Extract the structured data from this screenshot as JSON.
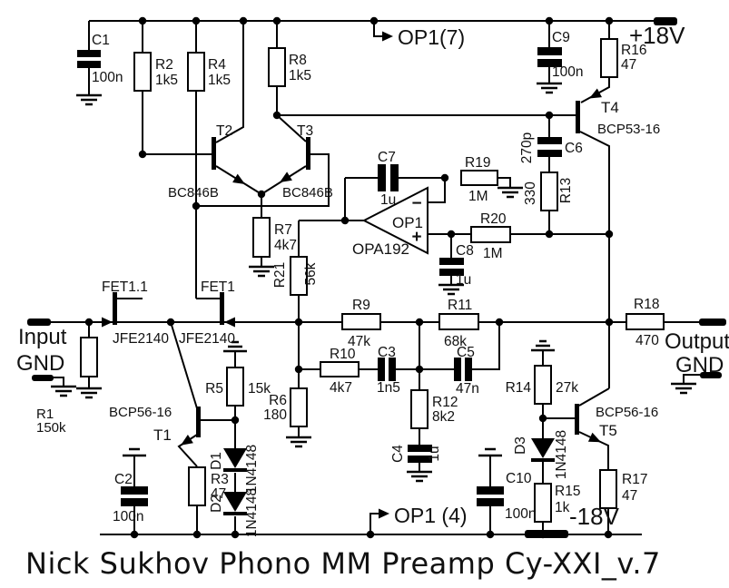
{
  "title": "Nick Sukhov Phono MM Preamp Cy-XXI_v.7",
  "power": {
    "vplus": "+18V",
    "vminus": "-18V"
  },
  "opamp_refs": {
    "pin7": "OP1(7)",
    "pin4": "OP1 (4)"
  },
  "ports": {
    "input": "Input",
    "input_gnd": "GND",
    "output": "Output",
    "output_gnd": "GND"
  },
  "opamp": {
    "ref": "OP1",
    "part": "OPA192",
    "minus": "−",
    "plus": "+"
  },
  "components": {
    "c1": {
      "ref": "C1",
      "value": "100n"
    },
    "c2": {
      "ref": "C2",
      "value": "100n"
    },
    "c3": {
      "ref": "C3",
      "value": "1n5"
    },
    "c4": {
      "ref": "C4",
      "value": "1u"
    },
    "c5": {
      "ref": "C5",
      "value": "47n"
    },
    "c6": {
      "ref": "C6",
      "value": "270p"
    },
    "c7": {
      "ref": "C7",
      "value": "1u"
    },
    "c8": {
      "ref": "C8",
      "value": "1u"
    },
    "c9": {
      "ref": "C9",
      "value": "100n"
    },
    "c10": {
      "ref": "C10",
      "value": "100n"
    },
    "r1": {
      "ref": "R1",
      "value": "150k"
    },
    "r2": {
      "ref": "R2",
      "value": "1k5"
    },
    "r3": {
      "ref": "R3",
      "value": "47"
    },
    "r4": {
      "ref": "R4",
      "value": "1k5"
    },
    "r5": {
      "ref": "R5",
      "value": "15k"
    },
    "r6": {
      "ref": "R6",
      "value": "180"
    },
    "r7": {
      "ref": "R7",
      "value": "4k7"
    },
    "r8": {
      "ref": "R8",
      "value": "1k5"
    },
    "r9": {
      "ref": "R9",
      "value": "47k"
    },
    "r10": {
      "ref": "R10",
      "value": "4k7"
    },
    "r11": {
      "ref": "R11",
      "value": "68k"
    },
    "r12": {
      "ref": "R12",
      "value": "8k2"
    },
    "r13": {
      "ref": "R13",
      "value": "330"
    },
    "r14": {
      "ref": "R14",
      "value": "27k"
    },
    "r15": {
      "ref": "R15",
      "value": "1k"
    },
    "r16": {
      "ref": "R16",
      "value": "47"
    },
    "r17": {
      "ref": "R17",
      "value": "47"
    },
    "r18": {
      "ref": "R18",
      "value": "470"
    },
    "r19": {
      "ref": "R19",
      "value": "1M"
    },
    "r20": {
      "ref": "R20",
      "value": "1M"
    },
    "r21": {
      "ref": "R21",
      "value": "56k"
    },
    "t1": {
      "ref": "T1",
      "value": "BCP56-16"
    },
    "t2": {
      "ref": "T2",
      "value": "BC846B"
    },
    "t3": {
      "ref": "T3",
      "value": "BC846B"
    },
    "t4": {
      "ref": "T4",
      "value": "BCP53-16"
    },
    "t5": {
      "ref": "T5",
      "value": "BCP56-16"
    },
    "d1": {
      "ref": "D1",
      "value": "1N4148"
    },
    "d2": {
      "ref": "D2",
      "value": "1N4148"
    },
    "d3": {
      "ref": "D3",
      "value": "1N4148"
    },
    "fet11": {
      "ref": "FET1.1",
      "value": "JFE2140"
    },
    "fet1": {
      "ref": "FET1",
      "value": "JFE2140"
    }
  }
}
